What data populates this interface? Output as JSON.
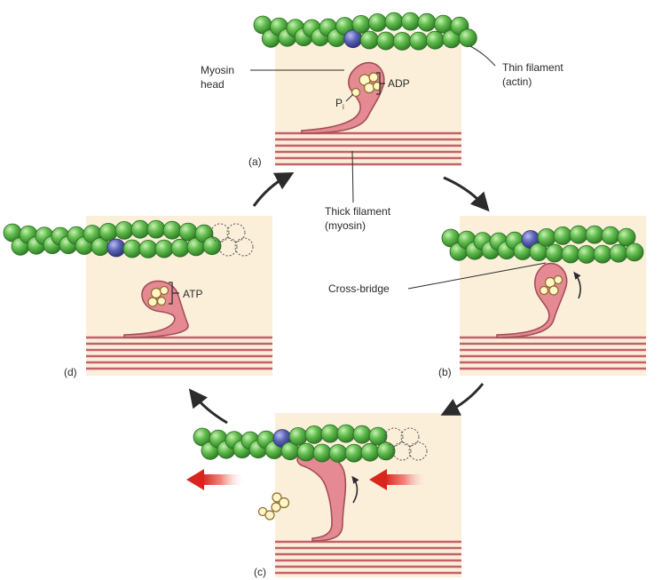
{
  "labels": {
    "myosin_head_line1": "Myosin",
    "myosin_head_line2": "head",
    "adp": "ADP",
    "pi_main": "P",
    "pi_sub": "i",
    "thin_filament_line1": "Thin filament",
    "thin_filament_line2": "(actin)",
    "thick_filament_line1": "Thick filament",
    "thick_filament_line2": "(myosin)",
    "cross_bridge": "Cross-bridge",
    "atp": "ATP"
  },
  "panels": [
    {
      "id": "a",
      "label": "(a)"
    },
    {
      "id": "b",
      "label": "(b)"
    },
    {
      "id": "c",
      "label": "(c)"
    },
    {
      "id": "d",
      "label": "(d)"
    }
  ],
  "colors": {
    "panel_bg": "#fbefd9",
    "actin_bead": "#5cb84a",
    "actin_highlight": "#a6e08f",
    "binding_site": "#5b63b5",
    "myosin": "#e58a92",
    "myosin_dark": "#a34e58",
    "thick_filament": "#c4606b",
    "nucleotide": "#fff5c6",
    "arrow": "#2b2b2b",
    "force_arrow": "#d8261f"
  }
}
